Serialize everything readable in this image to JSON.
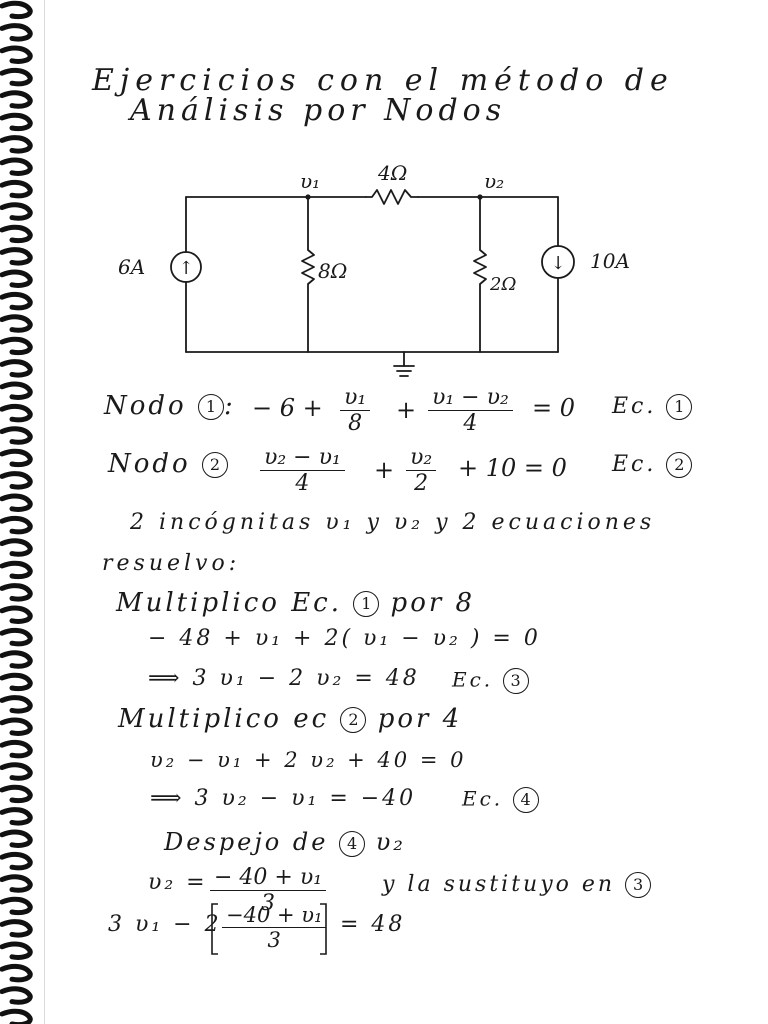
{
  "title": {
    "line1": "Ejercicios con el método de",
    "line2": "Análisis por Nodos"
  },
  "circuit": {
    "source_left": "6A",
    "source_left_arrow": "↑",
    "r_top": "4Ω",
    "r_mid": "8Ω",
    "r_right": "2Ω",
    "source_right": "10A",
    "source_right_arrow": "↓",
    "node1": "υ₁",
    "node2": "υ₂"
  },
  "nodo1": {
    "label": "Nodo",
    "num": "1",
    "colon": ":",
    "term1": "− 6  +",
    "f1_num": "υ₁",
    "f1_den": "8",
    "plus": "+",
    "f2_num": "υ₁ − υ₂",
    "f2_den": "4",
    "rhs": "= 0",
    "ec_label": "Ec.",
    "ec_num": "1"
  },
  "nodo2": {
    "label": "Nodo",
    "num": "2",
    "f1_num": "υ₂ − υ₁",
    "f1_den": "4",
    "plus": "+",
    "f2_num": "υ₂",
    "f2_den": "2",
    "rhs": "+ 10 = 0",
    "ec_label": "Ec.",
    "ec_num": "2"
  },
  "lines": {
    "incognitas": "2 incógnitas   υ₁ y υ₂   y   2 ecuaciones",
    "resuelvo": "resuelvo:",
    "mult1_a": "Multiplico  Ec.",
    "mult1_num": "1",
    "mult1_b": "por  8",
    "eq_a": "− 48 +  υ₁ +  2( υ₁ − υ₂ ) = 0",
    "eq_b": "⟹  3 υ₁ − 2 υ₂ = 48",
    "ec3_label": "Ec.",
    "ec3_num": "3",
    "mult2_a": "Multiplico ec",
    "mult2_num": "2",
    "mult2_b": "por  4",
    "eq_c": "υ₂ − υ₁  +  2 υ₂  +  40 = 0",
    "eq_d": "⟹  3 υ₂ − υ₁ = −40",
    "ec4_label": "Ec.",
    "ec4_num": "4",
    "despejo_a": "Despejo de",
    "despejo_num": "4",
    "despejo_b": "υ₂",
    "v2_lhs": "υ₂ =",
    "v2_num": "− 40  + υ₁",
    "v2_den": "3",
    "sust_a": "y  la   sustituyo en",
    "sust_num": "3",
    "last_lhs": "3 υ₁  −  2",
    "last_num": "−40 + υ₁",
    "last_den": "3",
    "last_rhs": "= 48"
  }
}
